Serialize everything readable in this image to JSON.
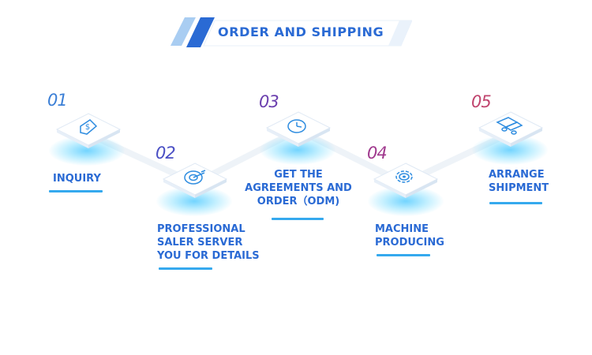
{
  "header": {
    "title": "ORDER AND SHIPPING"
  },
  "colors": {
    "title_blue": "#2a6ad4",
    "accent_light_blue": "#35a9ee",
    "glow_cyan": "#5acdff",
    "num_01": "#3b7fd6",
    "num_02": "#4a4fc4",
    "num_03": "#6b3fae",
    "num_04": "#a03a8e",
    "num_05": "#c0446e"
  },
  "steps": [
    {
      "number": "01",
      "icon": "dollar-tag-icon",
      "label_lines": [
        "INQUIRY"
      ]
    },
    {
      "number": "02",
      "icon": "target-icon",
      "label_lines": [
        "PROFESSIONAL",
        "SALER SERVER",
        "YOU FOR DETAILS"
      ]
    },
    {
      "number": "03",
      "icon": "clock-icon",
      "label_lines": [
        "GET THE",
        "AGREEMENTS AND",
        "ORDER（ODM)"
      ]
    },
    {
      "number": "04",
      "icon": "gear-icon",
      "label_lines": [
        "MACHINE",
        "PRODUCING"
      ]
    },
    {
      "number": "05",
      "icon": "delivery-truck-icon",
      "label_lines": [
        "ARRANGE",
        "SHIPMENT"
      ]
    }
  ]
}
